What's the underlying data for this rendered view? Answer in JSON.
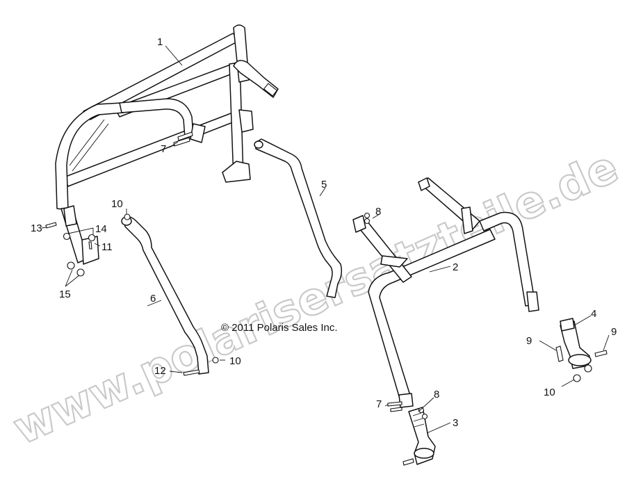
{
  "diagram": {
    "copyright": "© 2011 Polaris Sales Inc.",
    "watermark": "www.polarisersatzteile.de",
    "callouts": [
      "1",
      "2",
      "3",
      "4",
      "5",
      "6",
      "7",
      "7",
      "8",
      "8",
      "9",
      "9",
      "10",
      "10",
      "10",
      "11",
      "12",
      "13",
      "14",
      "15"
    ]
  }
}
